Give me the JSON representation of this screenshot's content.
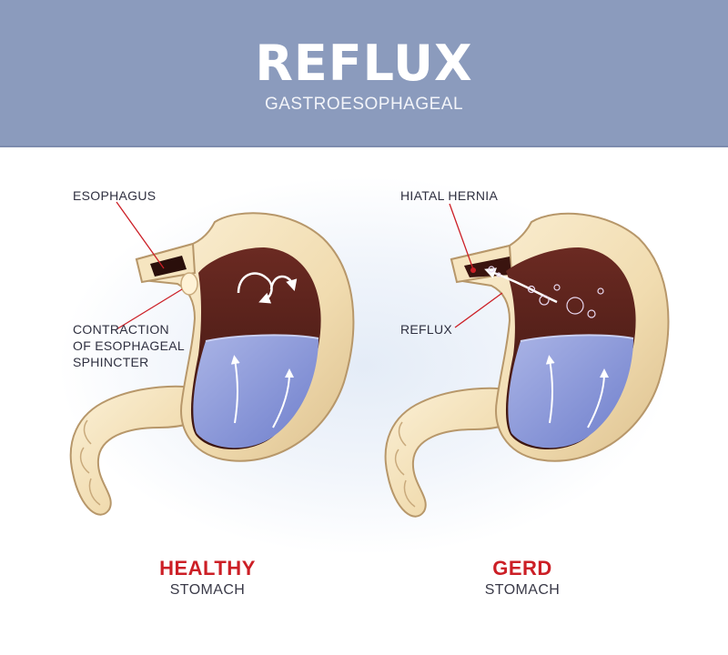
{
  "header": {
    "title": "REFLUX",
    "subtitle": "GASTROESOPHAGEAL"
  },
  "healthy": {
    "labels": {
      "esophagus": "ESOPHAGUS",
      "sphincter_line1": "CONTRACTION",
      "sphincter_line2": "OF ESOPHAGEAL",
      "sphincter_line3": "SPHINCTER"
    },
    "caption_main": "HEALTHY",
    "caption_sub": "STOMACH"
  },
  "gerd": {
    "labels": {
      "hernia": "HIATAL HERNIA",
      "reflux": "REFLUX"
    },
    "caption_main": "GERD",
    "caption_sub": "STOMACH"
  },
  "colors": {
    "header_bg": "#8b9bbd",
    "accent_red": "#cc1f26",
    "stomach_wall": "#f3dfb6",
    "stomach_interior": "#4a1d16",
    "gastric_fluid": "#8c99d8"
  }
}
